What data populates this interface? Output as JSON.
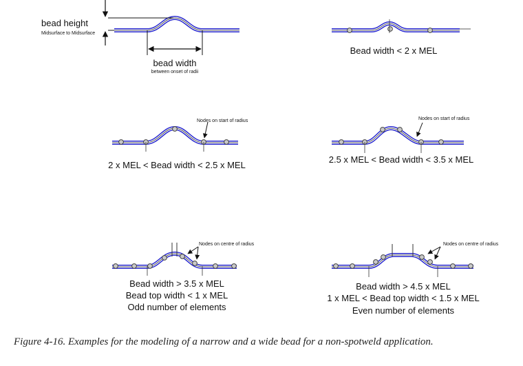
{
  "panel_a": {
    "bead_height_label": "bead height",
    "midsurface_label": "Midsurface to Midsurface",
    "bead_width_label": "bead width",
    "between_label": "between onset of radii"
  },
  "panel_b": {
    "condition": "Bead width < 2 x MEL"
  },
  "panel_c": {
    "note": "Nodes on start of radius",
    "condition": "2 x MEL < Bead width < 2.5 x MEL"
  },
  "panel_d": {
    "note": "Nodes on start of radius",
    "condition": "2.5 x MEL < Bead width < 3.5 x MEL"
  },
  "panel_e": {
    "note": "Nodes on centre of radius",
    "line1": "Bead width > 3.5 x MEL",
    "line2": "Bead top width < 1 x MEL",
    "line3": "Odd number of elements"
  },
  "panel_f": {
    "note": "Nodes on centre of radius",
    "line1": "Bead width > 4.5 x MEL",
    "line2": "1 x MEL < Bead top width < 1.5 x MEL",
    "line3": "Even number of elements"
  },
  "caption": "Figure 4-16. Examples for the modeling of a narrow and a wide bead for a non-spotweld application.",
  "colors": {
    "strip": "#2a2ad0",
    "midline": "#333333",
    "node_fill": "#c9c9c9",
    "node_stroke": "#444444"
  }
}
